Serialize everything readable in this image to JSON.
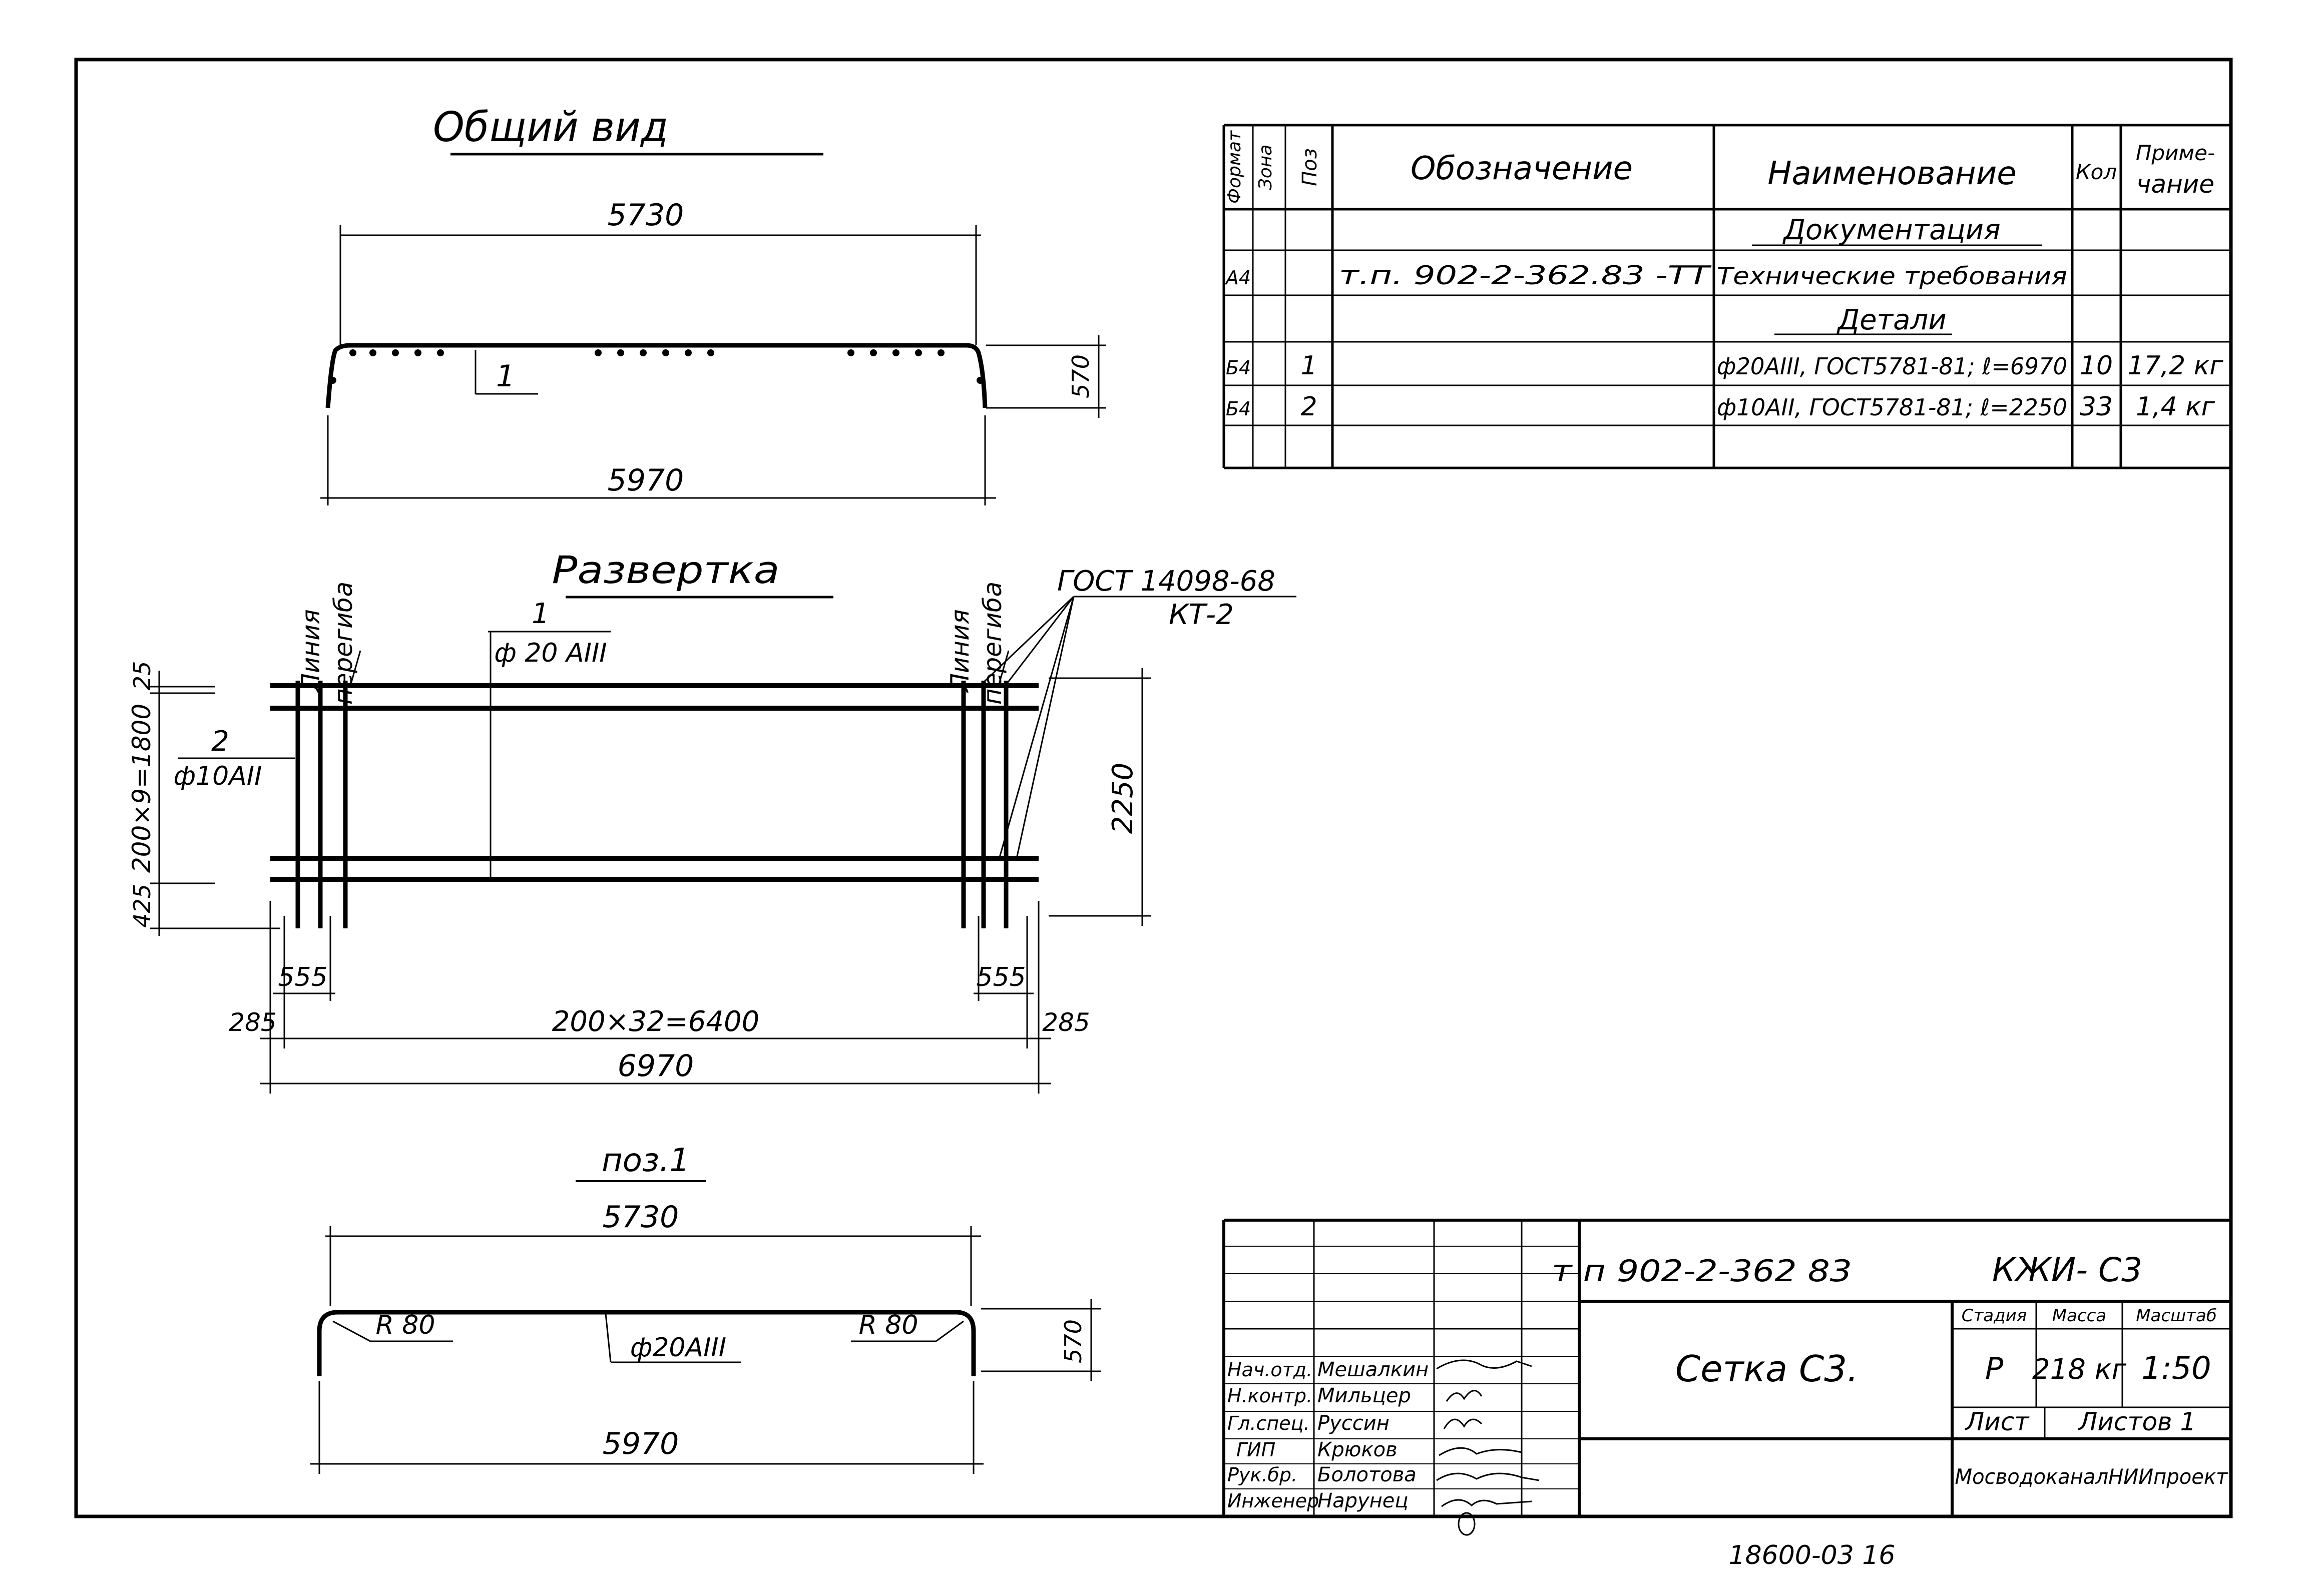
{
  "views": {
    "general": {
      "title": "Общий вид",
      "dim_top": "5730",
      "dim_bottom": "5970",
      "dim_height": "570",
      "pos_callout": "1"
    },
    "unfold": {
      "title": "Развертка",
      "bend_line_left": [
        "Линия",
        "перегиба"
      ],
      "bend_line_right": [
        "Линия",
        "перегиба"
      ],
      "weld_note_line1": "ГОСТ 14098-68",
      "weld_note_line2": "КТ-2",
      "pos1_number": "1",
      "pos1_bar": "ф 20 АIII",
      "pos2_number": "2",
      "pos2_bar": "ф10АII",
      "dim_25": "25",
      "dim_vertical_spacing": "200×9=1800",
      "dim_425": "425",
      "dim_2250": "2250",
      "dim_555_left": "555",
      "dim_555_right": "555",
      "dim_285_left": "285",
      "dim_285_right": "285",
      "dim_spacing": "200×32=6400",
      "dim_total": "6970"
    },
    "pos1": {
      "title": "поз.1",
      "dim_top": "5730",
      "dim_bottom": "5970",
      "dim_height": "570",
      "radius_left": "R 80",
      "radius_right": "R 80",
      "bar": "ф20АIII"
    }
  },
  "spec_table": {
    "headers": [
      "Формат",
      "Зона",
      "Поз",
      "Обозначение",
      "Наименование",
      "Кол",
      "Приме-",
      "чание"
    ],
    "section_documentation": "Документация",
    "doc_row": {
      "format": "А4",
      "designation": "т.п. 902-2-362.83 -ТТ",
      "name": "Технические требования"
    },
    "section_details": "Детали",
    "rows": [
      {
        "format": "Б4",
        "pos": "1",
        "name": "ф20АIII, ГОСТ5781-81; ℓ=6970",
        "qty": "10",
        "note": "17,2 кг"
      },
      {
        "format": "Б4",
        "pos": "2",
        "name": "ф10АII, ГОСТ5781-81; ℓ=2250",
        "qty": "33",
        "note": "1,4 кг"
      }
    ]
  },
  "title_block": {
    "designation": "т п 902-2-362 83",
    "code": "КЖИ- С3",
    "name": "Сетка С3.",
    "stage_label": "Стадия",
    "mass_label": "Масса",
    "scale_label": "Масштаб",
    "stage": "Р",
    "mass": "218 кг",
    "scale": "1:50",
    "sheet_label": "Лист",
    "sheets_label": "Листов 1",
    "organization": "МосводоканалНИИпроект",
    "roles": [
      "Нач.отд.",
      "Н.контр.",
      "Гл.спец.",
      "ГИП",
      "Рук.бр.",
      "Инженер"
    ],
    "names": [
      "Мешалкин",
      "Мильцер",
      "Руссин",
      "Крюков",
      "Болотова",
      "Нарунец"
    ]
  },
  "footer_stamp": "18600-03   16"
}
